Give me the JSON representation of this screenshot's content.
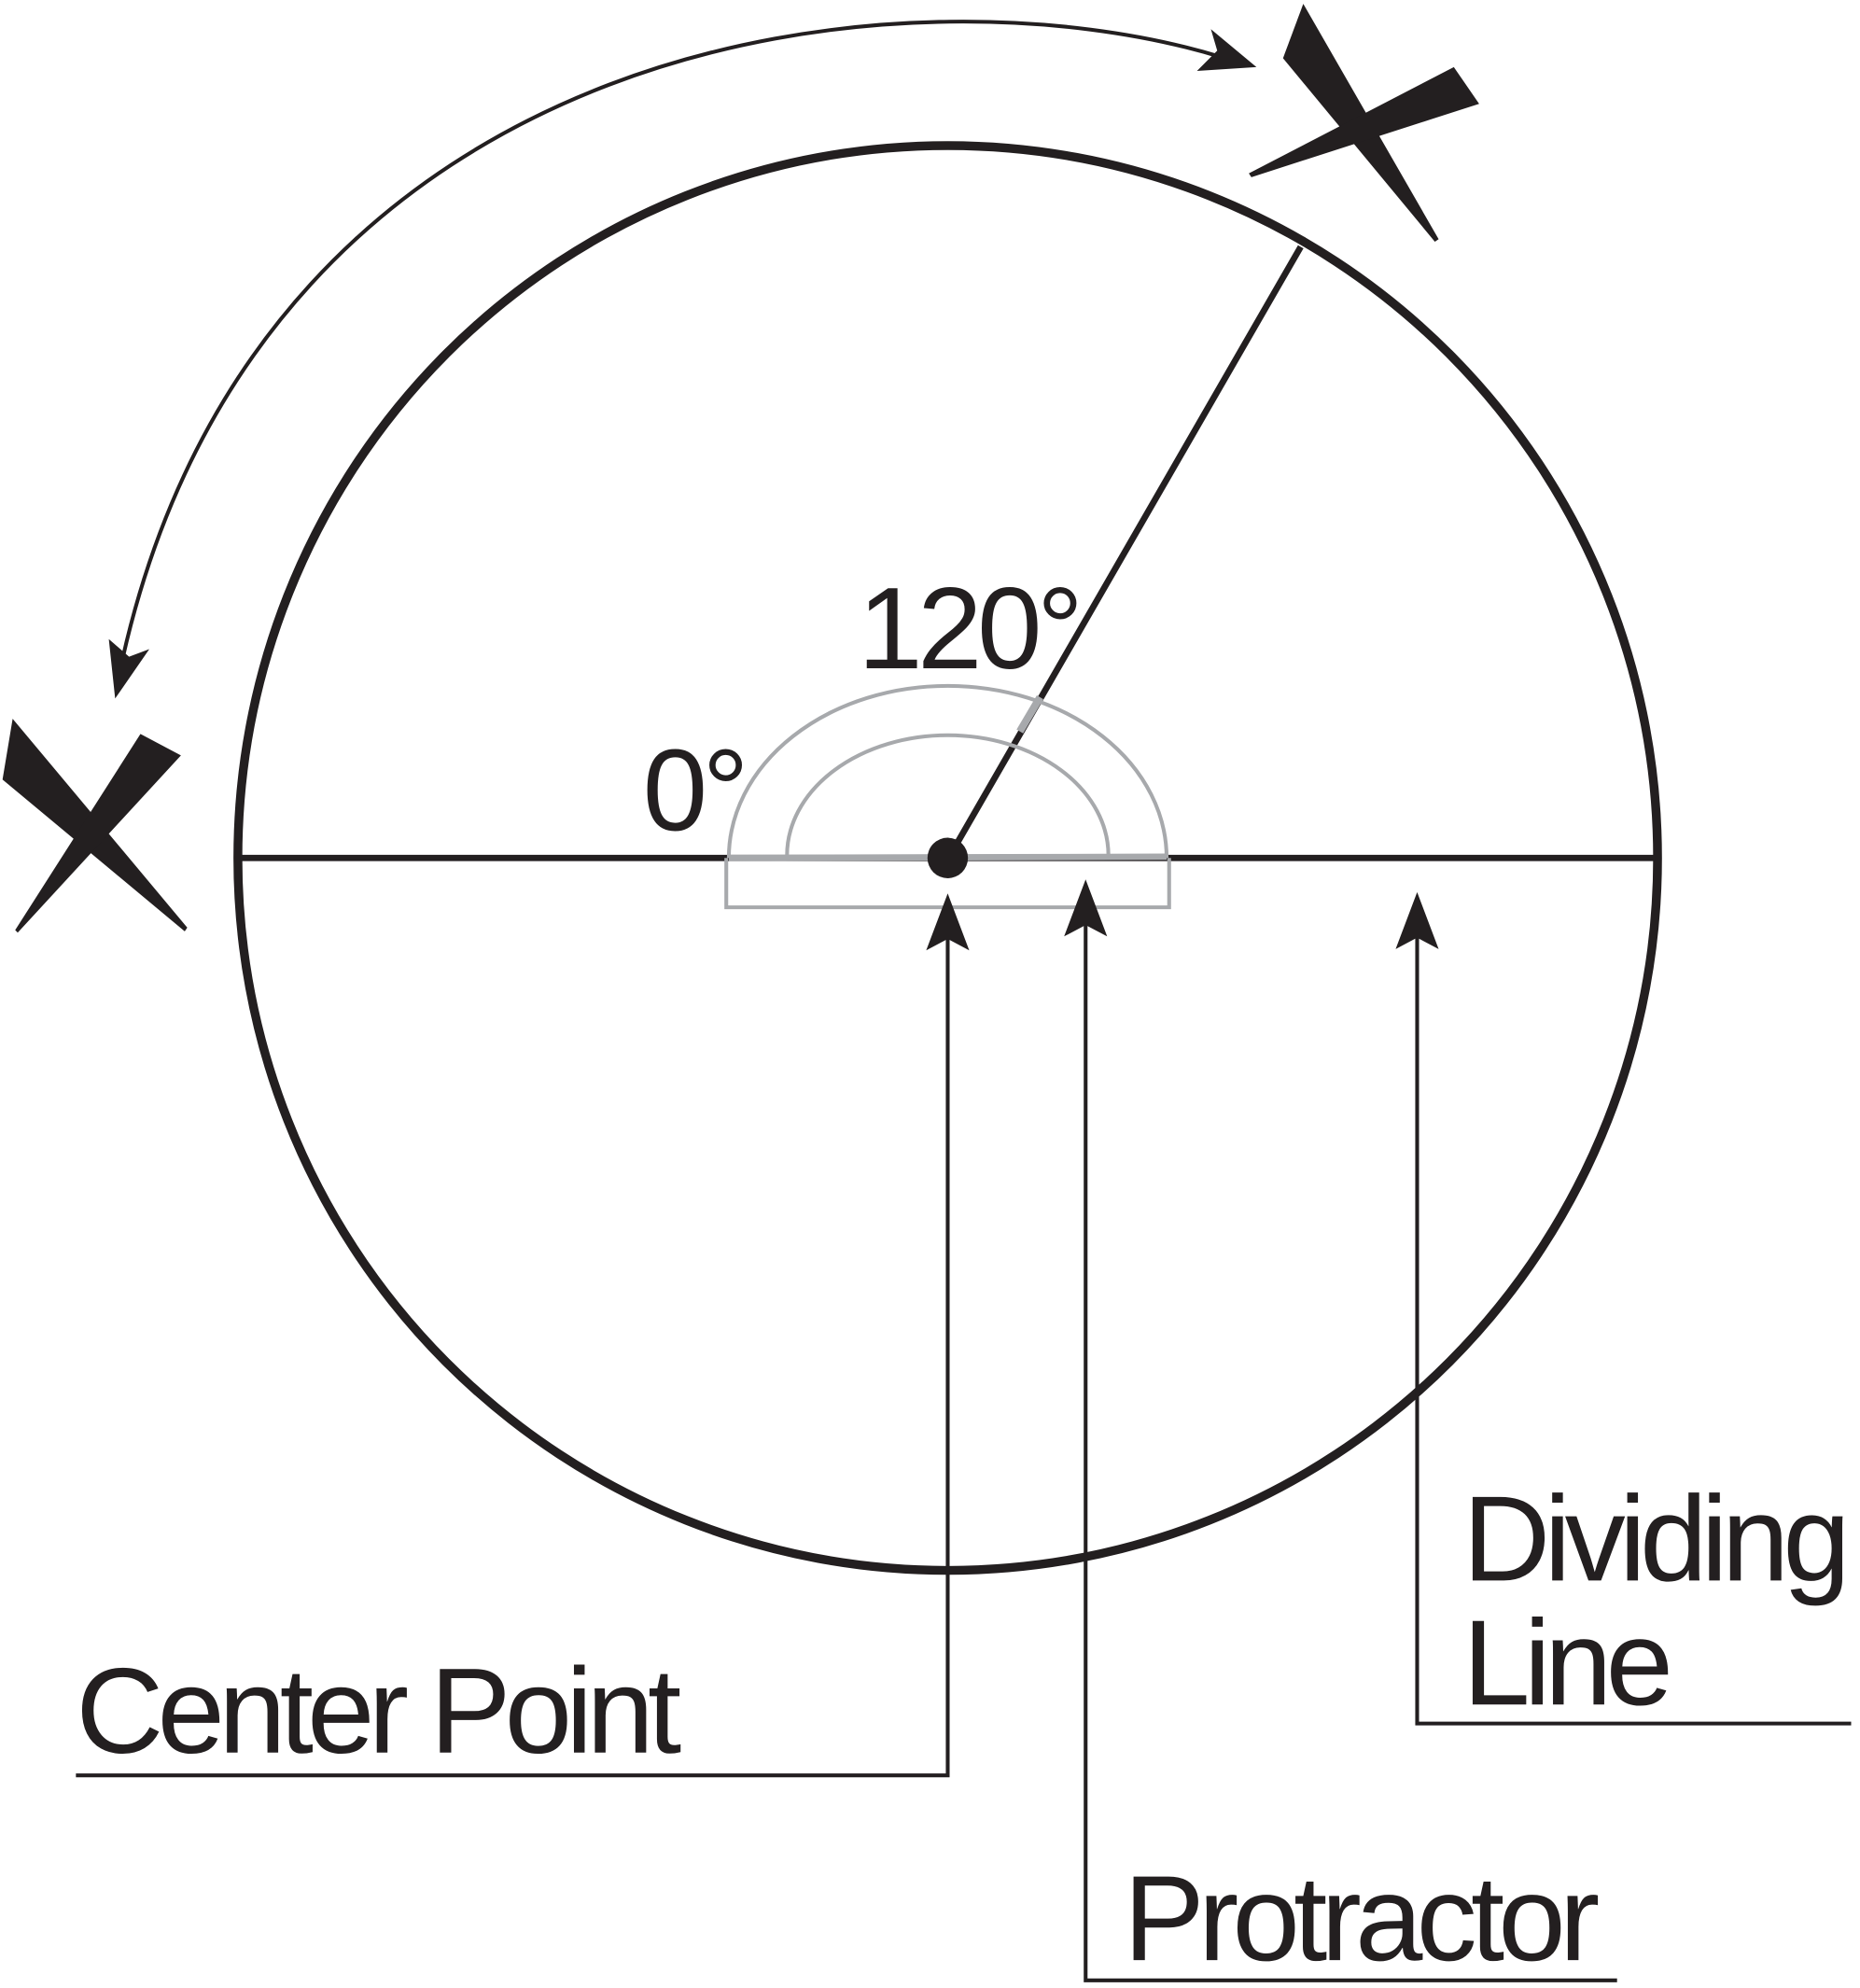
{
  "colors": {
    "ink": "#231f20",
    "protractor": "#a7a9ac"
  },
  "angles": {
    "start": "0°",
    "end": "120°"
  },
  "labels": {
    "center_point": "Center Point",
    "protractor": "Protractor",
    "dividing_line_1": "Dividing",
    "dividing_line_2": "Line"
  },
  "icons": {
    "start_marker": "x-mark-icon",
    "end_marker": "x-mark-icon",
    "rotation_arrow": "curved-double-arrow-icon"
  }
}
